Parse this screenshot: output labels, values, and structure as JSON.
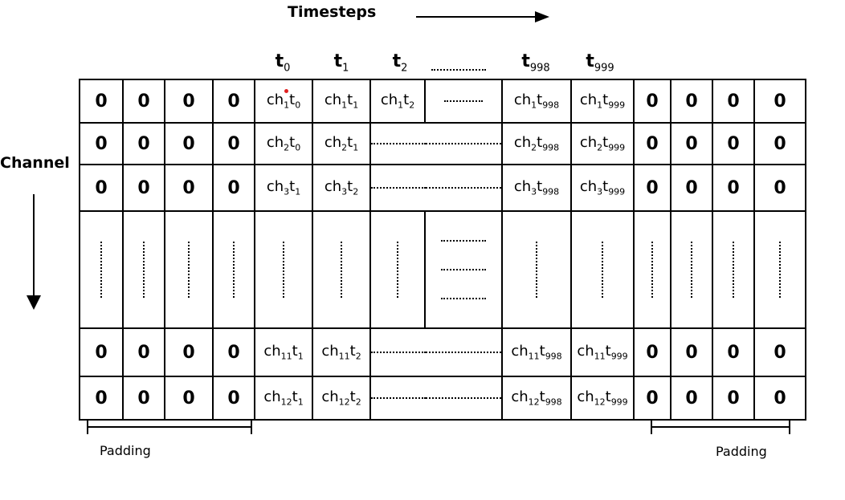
{
  "labels": {
    "timesteps": "Timesteps",
    "channel": "Channel",
    "padding_left": "Padding",
    "padding_right": "Padding"
  },
  "column_headers": [
    {
      "base": "t",
      "sub": "0"
    },
    {
      "base": "t",
      "sub": "1"
    },
    {
      "base": "t",
      "sub": "2"
    },
    {
      "base": "",
      "sub": ""
    },
    {
      "base": "t",
      "sub": "998"
    },
    {
      "base": "t",
      "sub": "999"
    }
  ],
  "zero": "0",
  "rows": [
    {
      "cells": [
        {
          "ch": "1",
          "t": "0"
        },
        {
          "ch": "1",
          "t": "1"
        },
        {
          "ch": "1",
          "t": "2"
        },
        null,
        {
          "ch": "1",
          "t": "998"
        },
        {
          "ch": "1",
          "t": "999"
        }
      ]
    },
    {
      "cells": [
        {
          "ch": "2",
          "t": "0"
        },
        {
          "ch": "2",
          "t": "1"
        },
        null,
        null,
        {
          "ch": "2",
          "t": "998"
        },
        {
          "ch": "2",
          "t": "999"
        }
      ]
    },
    {
      "cells": [
        {
          "ch": "3",
          "t": "1"
        },
        {
          "ch": "3",
          "t": "2"
        },
        null,
        null,
        {
          "ch": "3",
          "t": "998"
        },
        {
          "ch": "3",
          "t": "999"
        }
      ]
    },
    {
      "cells": "ellipsis"
    },
    {
      "cells": [
        {
          "ch": "11",
          "t": "1"
        },
        {
          "ch": "11",
          "t": "2"
        },
        null,
        null,
        {
          "ch": "11",
          "t": "998"
        },
        {
          "ch": "11",
          "t": "999"
        }
      ]
    },
    {
      "cells": [
        {
          "ch": "12",
          "t": "1"
        },
        {
          "ch": "12",
          "t": "2"
        },
        null,
        null,
        {
          "ch": "12",
          "t": "998"
        },
        {
          "ch": "12",
          "t": "999"
        }
      ]
    }
  ],
  "cell_prefix": "ch",
  "colors": {
    "marker_dot": "#e02020"
  }
}
